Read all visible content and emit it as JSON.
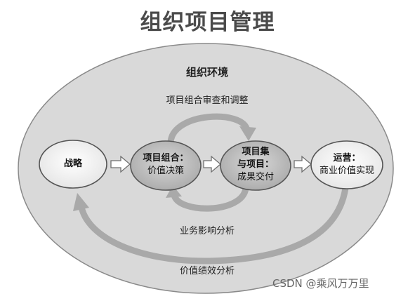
{
  "title": "组织项目管理",
  "environment_label": "组织环境",
  "nodes": {
    "strategy": {
      "line1": "战略"
    },
    "portfolio": {
      "line1": "项目组合：",
      "line2": "价值决策"
    },
    "programs": {
      "line1": "项目集",
      "line2": "与项目：",
      "line3": "成果交付"
    },
    "operations": {
      "line1": "运营：",
      "line2": "商业价值实现"
    }
  },
  "loops": {
    "top": "项目组合审查和调整",
    "inner_bottom": "业务影响分析",
    "outer_bottom": "价值绩效分析"
  },
  "watermark": "CSDN @乘风万万里",
  "colors": {
    "outer_ellipse": "#d9d9d9",
    "node_light": "#efefef",
    "node_dark": "#c6c6c6",
    "arrow_fill": "#ffffff",
    "loop_arrow": "#a9a9a9"
  }
}
